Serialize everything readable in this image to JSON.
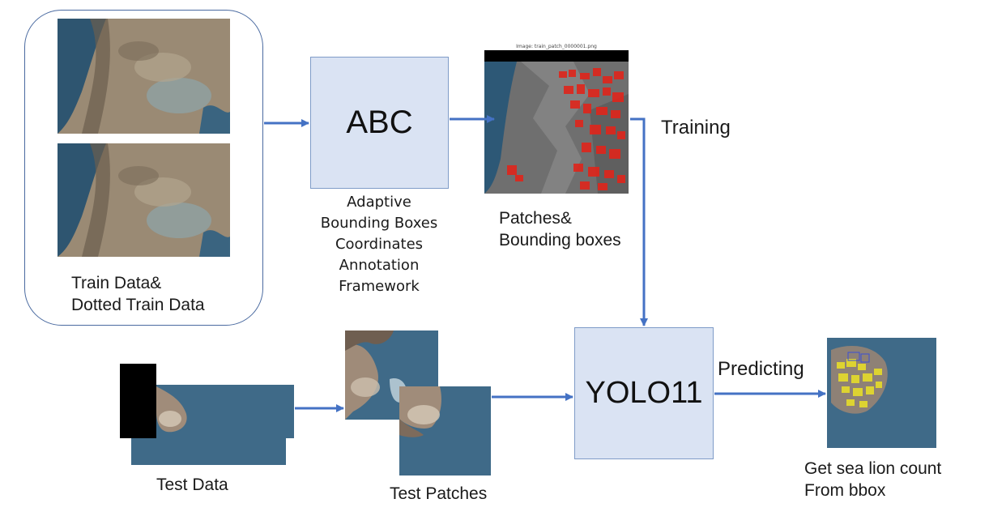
{
  "inputs": {
    "train_caption_line1": "Train Data&",
    "train_caption_line2": "Dotted Train Data"
  },
  "abc": {
    "title": "ABC",
    "caption": [
      "Adaptive",
      "Bounding Boxes",
      "Coordinates",
      "Annotation",
      "Framework"
    ]
  },
  "patches": {
    "image_title": "Image: train_patch_0000001.png",
    "caption_line1": "Patches&",
    "caption_line2": "Bounding boxes"
  },
  "training_label": "Training",
  "test": {
    "data_caption": "Test Data",
    "patches_caption": "Test Patches"
  },
  "yolo": {
    "title": "YOLO11"
  },
  "predicting_label": "Predicting",
  "output": {
    "caption_line1": "Get sea lion count",
    "caption_line2": "From bbox"
  },
  "colors": {
    "arrow": "#4472c4",
    "box_fill": "#dae3f3",
    "bbox_red": "#e0251b",
    "bbox_yellow": "#e6dc2a",
    "sea": "#3f6a88"
  }
}
